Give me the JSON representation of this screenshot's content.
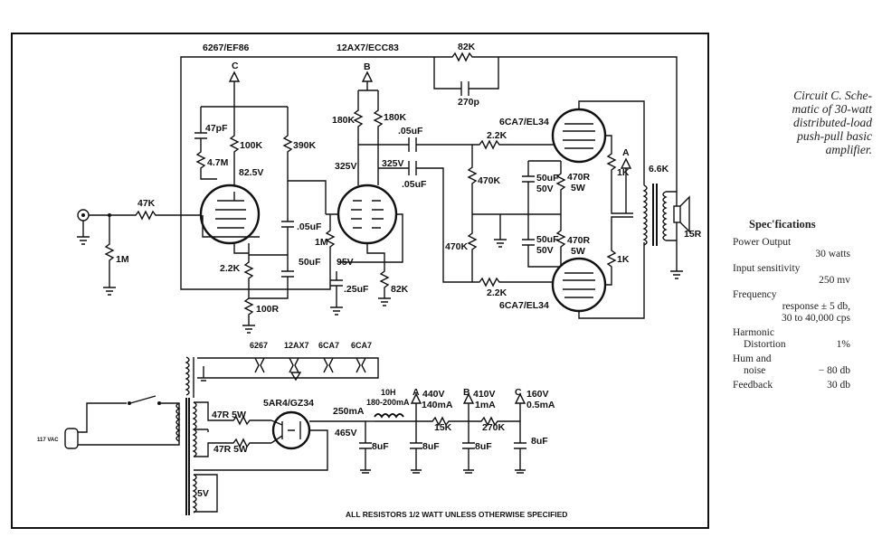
{
  "tubes": {
    "input": "6267/EF86",
    "phase_inverter": "12AX7/ECC83",
    "output_top": "6CA7/EL34",
    "output_bottom": "6CA7/EL34",
    "rectifier": "5AR4/GZ34"
  },
  "nodes": {
    "a": "A",
    "b": "B",
    "c": "C"
  },
  "components": {
    "r_feedback": "82K",
    "c_feedback": "270p",
    "c_47pf": "47pF",
    "r_4m7": "4.7M",
    "r_100k": "100K",
    "r_390k": "390K",
    "v_825": "82.5V",
    "r_180k_a": "180K",
    "r_180k_b": "180K",
    "c_05_a": ".05uF",
    "c_05_b": ".05uF",
    "c_05_c": ".05uF",
    "v_325_a": "325V",
    "v_325_b": "325V",
    "r_47k": "47K",
    "r_1m_in": "1M",
    "r_1m_grid": "1M",
    "r_2k2_cath": "2.2K",
    "c_50uf_cath": "50uF",
    "r_100r": "100R",
    "v_95": "95V",
    "c_25uf": ".25uF",
    "r_82k_tail": "82K",
    "r_2k2_grid_top": "2.2K",
    "r_2k2_grid_bot": "2.2K",
    "r_470k_a": "470K",
    "r_470k_b": "470K",
    "c_50uf_a": "50uF",
    "v_50_a": "50V",
    "c_50uf_b": "50uF",
    "v_50_b": "50V",
    "r_470r_a": "470R",
    "w_5_a": "5W",
    "r_470r_b": "470R",
    "w_5_b": "5W",
    "r_1k_a": "1K",
    "r_1k_b": "1K",
    "xfmr": "6.6K",
    "speaker": "15R"
  },
  "power": {
    "heater_labels": [
      "6267",
      "12AX7",
      "6CA7",
      "6CA7"
    ],
    "r_47r_a": "47R 5W",
    "r_47r_b": "47R 5W",
    "v_5": "5V",
    "i_250": "250mA",
    "v_465": "465V",
    "choke": "10H",
    "choke_rating": "180-200mA",
    "node_a_v": "440V",
    "node_a_i": "140mA",
    "node_b_v": "410V",
    "node_b_i": "1mA",
    "node_c_v": "160V",
    "node_c_i": "0.5mA",
    "r_15k": "15K",
    "r_270k": "270K",
    "c_8uf": "8uF",
    "mains": "117 VAC"
  },
  "note": "ALL RESISTORS 1/2 WATT UNLESS OTHERWISE SPECIFIED",
  "caption": {
    "lines": [
      "Circuit C. Sche-",
      "matic of 30-watt",
      "distributed-load",
      "push-pull basic",
      "amplifier."
    ]
  },
  "specs": {
    "title": "Spec'fications",
    "power_output_label": "Power Output",
    "power_output_value": "30 watts",
    "sensitivity_label": "Input sensitivity",
    "sensitivity_value": "250 mv",
    "freq_label": "Frequency",
    "freq_line2": "response ± 5 db,",
    "freq_line3": "30 to 40,000 cps",
    "harmonic_label": "Harmonic",
    "distortion_label": "Distortion",
    "distortion_value": "1%",
    "hum_label": "Hum and",
    "noise_label": "noise",
    "noise_value": "− 80 db",
    "feedback_label": "Feedback",
    "feedback_value": "30 db"
  }
}
